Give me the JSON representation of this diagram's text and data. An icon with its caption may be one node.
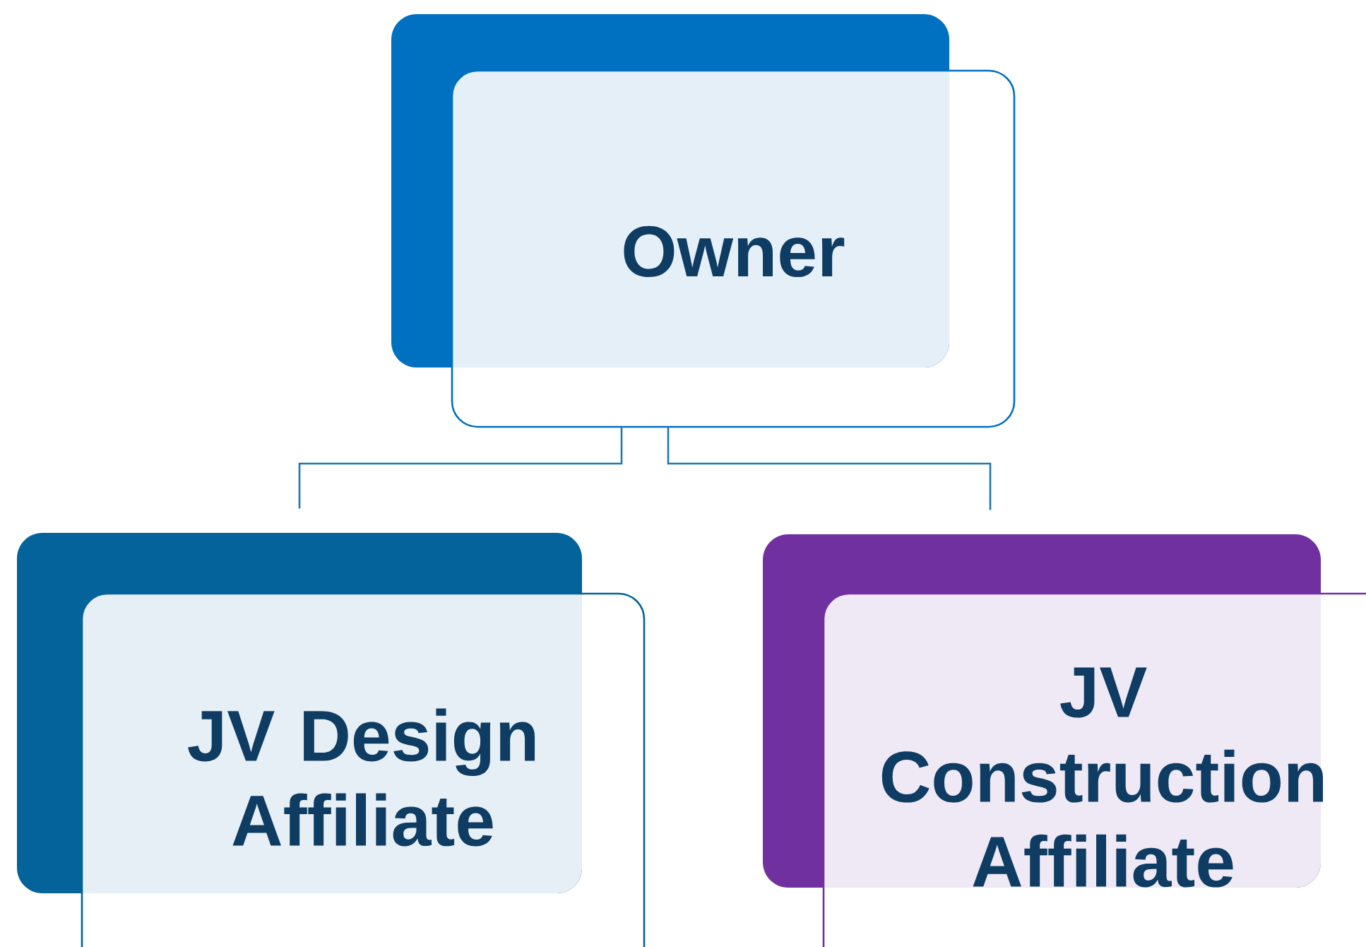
{
  "diagram": {
    "nodes": [
      {
        "text": [
          "Owner"
        ]
      },
      {
        "text": [
          "JV Design Affiliate"
        ]
      },
      {
        "text": [
          "JV Construction Affiliate"
        ]
      }
    ],
    "edges": [
      {
        "from": 0,
        "to": 1,
        "arrow": "none"
      },
      {
        "from": 0,
        "to": 2,
        "arrow": "none"
      }
    ]
  }
}
